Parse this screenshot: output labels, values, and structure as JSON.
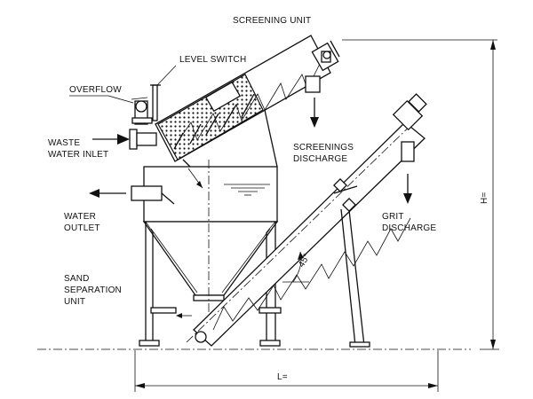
{
  "diagram": {
    "title": "SCREENING UNIT",
    "labels": {
      "level_switch": "LEVEL SWITCH",
      "overflow": "OVERFLOW",
      "waste_line1": "WASTE",
      "waste_line2": "WATER INLET",
      "screenings_line1": "SCREENINGS",
      "screenings_line2": "DISCHARGE",
      "water_line1": "WATER",
      "water_line2": "OUTLET",
      "grit_line1": "GRIT",
      "grit_line2": "DISCHARGE",
      "sand_line1": "SAND",
      "sand_line2": "SEPARATION",
      "sand_line3": "UNIT",
      "angle": "45°",
      "height_dim": "H=",
      "length_dim": "L="
    }
  }
}
